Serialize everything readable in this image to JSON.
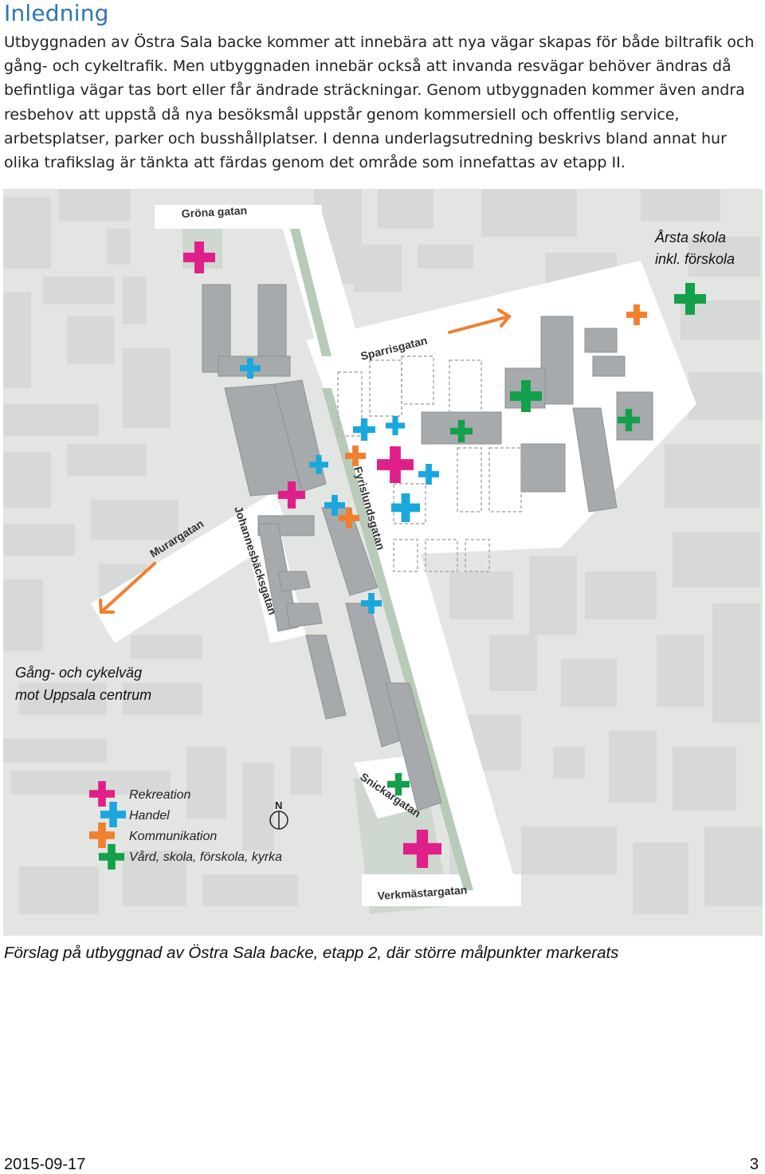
{
  "heading": "Inledning",
  "paragraph": "Utbyggnaden av Östra Sala backe kommer att innebära att nya vägar skapas för både biltrafik och gång- och cykeltrafik. Men utbyggnaden innebär också att invanda resvägar behöver ändras då befintliga vägar tas bort eller får ändrade sträckningar. Genom utbyggnaden kommer även andra resbehov att uppstå då nya besöksmål uppstår genom kommersiell och offentlig service, arbetsplatser, parker och busshållplatser. I denna underlagsutredning beskrivs bland annat hur olika trafikslag är tänkta att färdas genom det område som innefattas av etapp II.",
  "map": {
    "streets": {
      "grona_gatan": "Gröna gatan",
      "sparrisgatan": "Sparrisgatan",
      "fyrislundsgatan": "Fyrislundsgatan",
      "johannesbacksgatan": "Johannesbäcksgatan",
      "murargatan": "Murargatan",
      "snickargatan": "Snickargatan",
      "verkmastargatan": "Verkmästargatan"
    },
    "notes": {
      "school_line1": "Årsta skola",
      "school_line2": "inkl. förskola",
      "path_line1": "Gång- och cykelväg",
      "path_line2": "mot Uppsala centrum"
    },
    "north_label": "N",
    "legend": [
      {
        "label": "Rekreation",
        "color": "#e0208a"
      },
      {
        "label": "Handel",
        "color": "#1aa7dc"
      },
      {
        "label": "Kommunikation",
        "color": "#f07f2e"
      },
      {
        "label": "Vård, skola, förskola, kyrka",
        "color": "#14a04a"
      }
    ],
    "colors": {
      "recreation": "#e0208a",
      "commerce": "#1aa7dc",
      "communication": "#f07f2e",
      "care": "#14a04a",
      "building_new": "#a7aaad",
      "building_existing": "#d6d9d7",
      "green": "#cfd8cf",
      "road": "#ffffff"
    }
  },
  "caption": "Förslag på utbyggnad av Östra Sala backe, etapp 2, där större målpunkter markerats",
  "footer": {
    "date": "2015-09-17",
    "page": "3"
  }
}
